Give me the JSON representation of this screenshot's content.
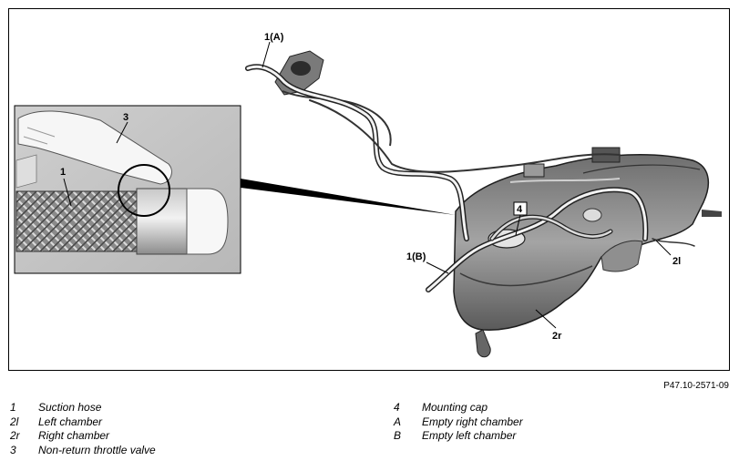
{
  "figure": {
    "callouts": {
      "c1A": "1(A)",
      "c1B": "1(B)",
      "c2l": "2l",
      "c2r": "2r",
      "c3": "3",
      "c4": "4",
      "c1inset": "1"
    },
    "reference_code": "P47.10-2571-09"
  },
  "legend": {
    "left": [
      {
        "key": "1",
        "text": "Suction hose"
      },
      {
        "key": "2l",
        "text": "Left chamber"
      },
      {
        "key": "2r",
        "text": "Right chamber"
      },
      {
        "key": "3",
        "text": "Non-return throttle valve"
      }
    ],
    "right": [
      {
        "key": "4",
        "text": "Mounting cap"
      },
      {
        "key": "A",
        "text": "Empty right chamber"
      },
      {
        "key": "B",
        "text": "Empty left chamber"
      }
    ]
  }
}
